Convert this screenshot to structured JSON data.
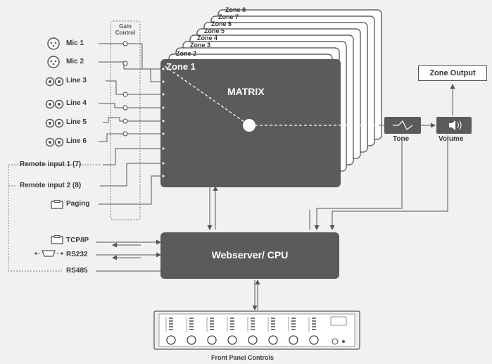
{
  "gain_control": "Gain\nControl",
  "inputs": [
    {
      "label": "Mic 1",
      "icon": "xlr-mic-icon"
    },
    {
      "label": "Mic 2",
      "icon": "xlr-mic-icon"
    },
    {
      "label": "Line 3",
      "icon": "rca-line-icon"
    },
    {
      "label": "Line 4",
      "icon": "rca-line-icon"
    },
    {
      "label": "Line 5",
      "icon": "rca-line-icon"
    },
    {
      "label": "Line 6",
      "icon": "rca-line-icon"
    },
    {
      "label": "Remote input 1 (7)",
      "icon": ""
    },
    {
      "label": "Remote input 2 (8)",
      "icon": ""
    },
    {
      "label": "Paging",
      "icon": "network-port-icon"
    }
  ],
  "zones": [
    "Zone 8",
    "Zone 7",
    "Zone 6",
    "Zone 5",
    "Zone 4",
    "Zone 3",
    "Zone 2"
  ],
  "matrix": {
    "zone_label": "Zone 1",
    "title": "MATRIX"
  },
  "tone_label": "Tone",
  "volume_label": "Volume",
  "zone_output": "Zone Output",
  "cpu": "Webserver/ CPU",
  "interfaces": [
    {
      "label": "TCP/IP",
      "icon": "network-port-icon"
    },
    {
      "label": "RS232",
      "icon": "serial-port-icon"
    },
    {
      "label": "RS485",
      "icon": ""
    }
  ],
  "front_panel": "Front Panel Controls",
  "colors": {
    "block": "#5b5b5b",
    "line": "#555555",
    "background": "#f3f1ef"
  }
}
